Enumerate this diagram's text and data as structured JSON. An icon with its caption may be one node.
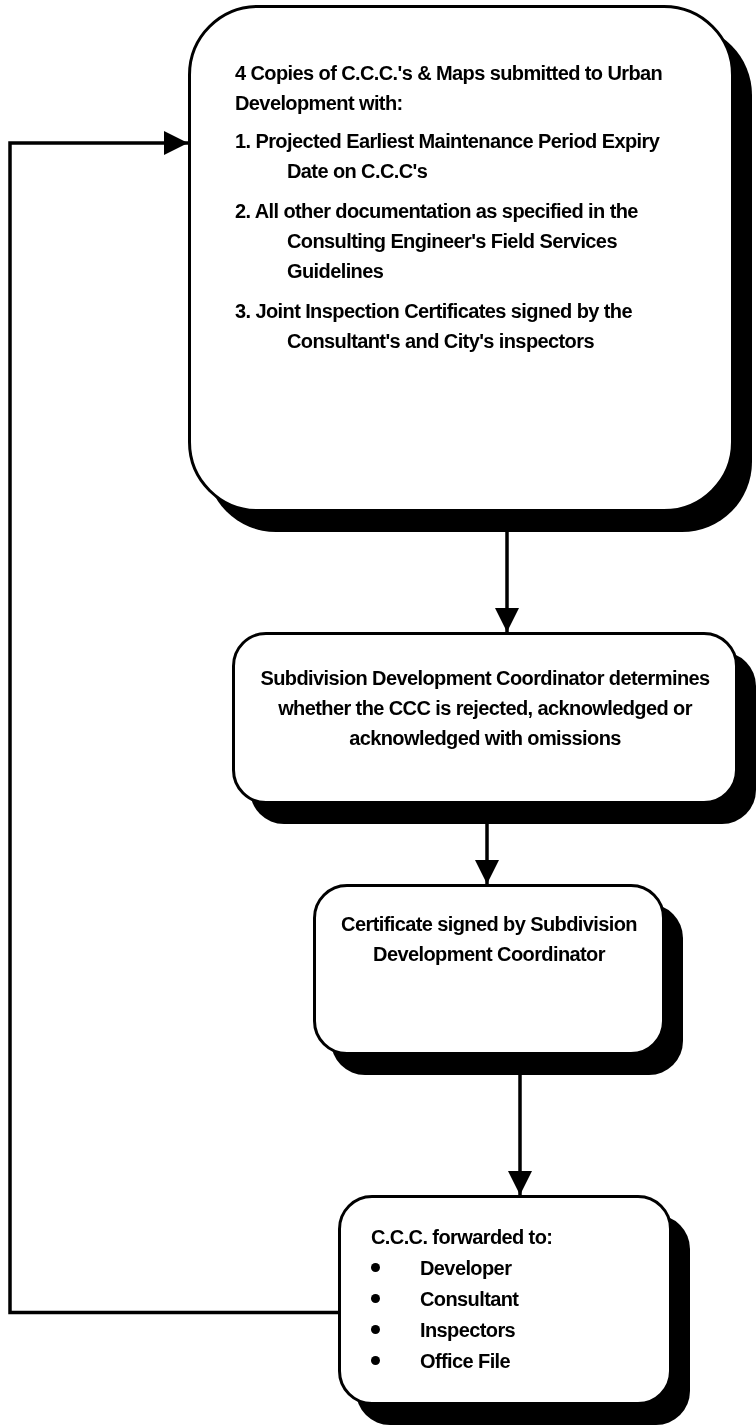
{
  "diagram": {
    "nodes": [
      {
        "text": [
          "4 Copies of C.C.C.'s & Maps submitted to Urban Development with:",
          "1. Projected Earliest Maintenance Period Expiry Date on C.C.C's",
          "2. All other documentation as specified in the Consulting Engineer's Field Services Guidelines",
          "3. Joint Inspection Certificates signed by the Consultant's and City's inspectors"
        ]
      },
      {
        "text": [
          "Subdivision Development Coordinator determines whether the CCC is rejected, acknowledged or acknowledged with omissions"
        ]
      },
      {
        "text": [
          "Certificate signed by Subdivision Development Coordinator"
        ]
      },
      {
        "text": [
          "C.C.C. forwarded to:",
          "Developer",
          "Consultant",
          "Inspectors",
          "Office File"
        ]
      }
    ],
    "edges": [
      {
        "from": 0,
        "to": 1,
        "arrow": "to"
      },
      {
        "from": 1,
        "to": 2,
        "arrow": "to"
      },
      {
        "from": 2,
        "to": 3,
        "arrow": "to"
      },
      {
        "from": 3,
        "to": 0,
        "arrow": "to"
      }
    ]
  }
}
